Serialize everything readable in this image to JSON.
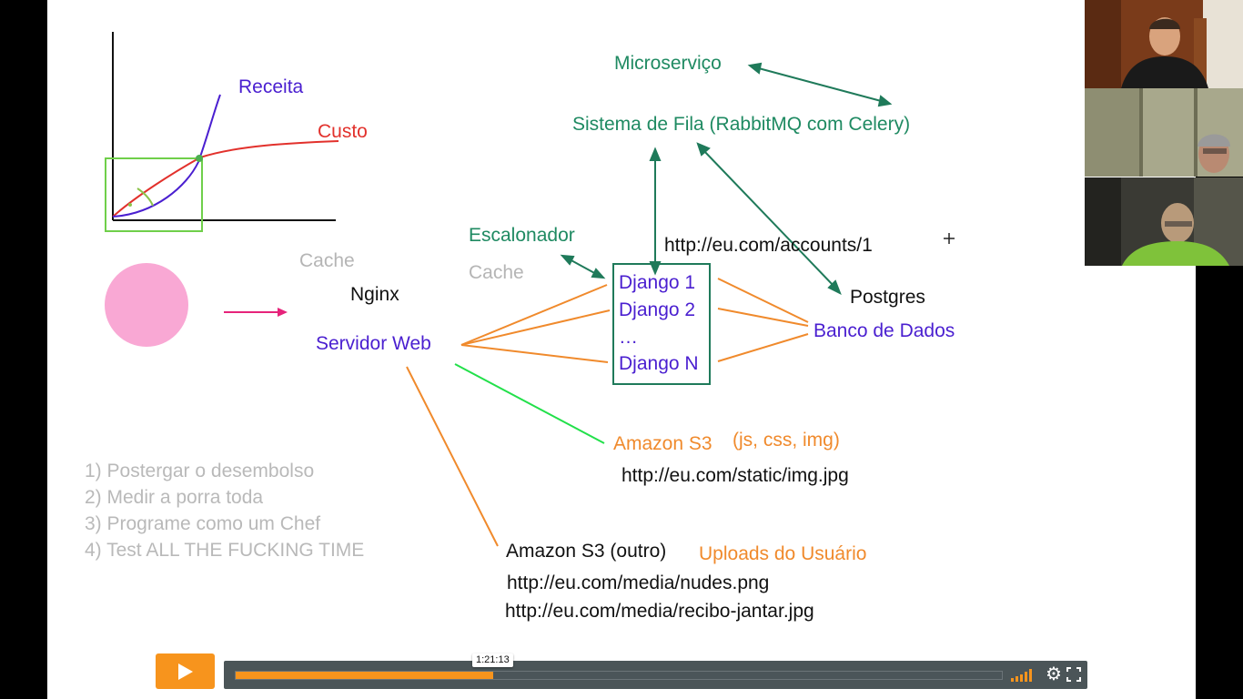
{
  "slide": {
    "graph": {
      "receita": "Receita",
      "custo": "Custo"
    },
    "cache1": "Cache",
    "nginx": "Nginx",
    "servidor_web": "Servidor Web",
    "escalonador": "Escalonador",
    "cache2": "Cache",
    "microservico": "Microserviço",
    "fila": "Sistema de Fila (RabbitMQ com Celery)",
    "url_accounts": "http://eu.com/accounts/1",
    "django": [
      "Django 1",
      "Django 2",
      "…",
      "Django N"
    ],
    "postgres": "Postgres",
    "banco": "Banco de Dados",
    "s3": "Amazon S3",
    "s3_types": "(js, css, img)",
    "url_static": "http://eu.com/static/img.jpg",
    "s3_outro": "Amazon S3 (outro)",
    "uploads": "Uploads do Usuário",
    "url_nudes": "http://eu.com/media/nudes.png",
    "url_recibo": "http://eu.com/media/recibo-jantar.jpg",
    "list": [
      "1) Postergar o desembolso",
      "2) Medir a porra toda",
      "3) Programe como um Chef",
      "4) Test ALL THE FUCKING TIME"
    ]
  },
  "player": {
    "timestamp": "1:21:13",
    "progress": 0.336,
    "accent": "#f7941d"
  },
  "icons": {
    "play": "play-icon",
    "volume": "volume-icon",
    "settings": "gear-icon",
    "fullscreen": "fullscreen-icon",
    "cursor": "move-cursor-icon"
  }
}
